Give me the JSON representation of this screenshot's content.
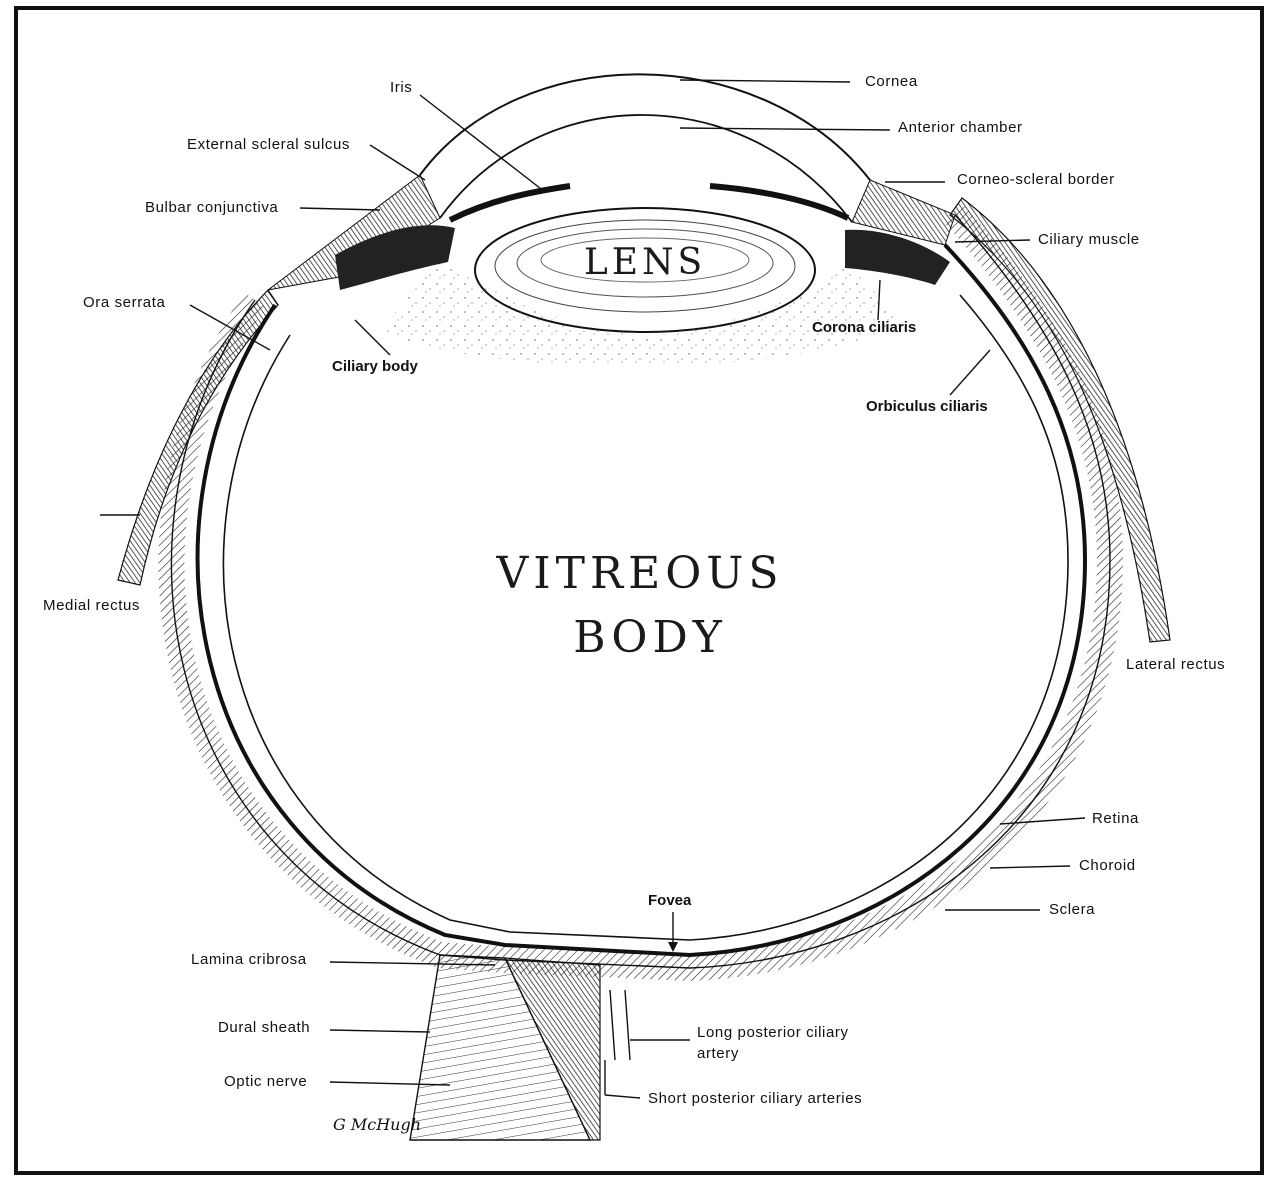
{
  "diagram": {
    "title_line1": "VITREOUS",
    "title_line2": "BODY",
    "lens": "LENS",
    "signature": "G McHugh",
    "labels": {
      "cornea": "Cornea",
      "iris": "Iris",
      "anterior_chamber": "Anterior chamber",
      "external_scleral_sulcus": "External scleral sulcus",
      "corneo_scleral_border": "Corneo-scleral border",
      "bulbar_conjunctiva": "Bulbar conjunctiva",
      "ciliary_muscle": "Ciliary muscle",
      "ora_serrata": "Ora serrata",
      "ciliary_body": "Ciliary body",
      "corona_ciliaris": "Corona ciliaris",
      "orbiculus_ciliaris": "Orbiculus ciliaris",
      "medial_rectus": "Medial rectus",
      "lateral_rectus": "Lateral rectus",
      "retina": "Retina",
      "choroid": "Choroid",
      "sclera": "Sclera",
      "fovea": "Fovea",
      "lamina_cribrosa": "Lamina cribrosa",
      "dural_sheath": "Dural sheath",
      "optic_nerve": "Optic nerve",
      "long_posterior_ciliary_artery_1": "Long posterior ciliary",
      "long_posterior_ciliary_artery_2": "artery",
      "short_posterior_ciliary_arteries": "Short posterior ciliary arteries"
    }
  }
}
